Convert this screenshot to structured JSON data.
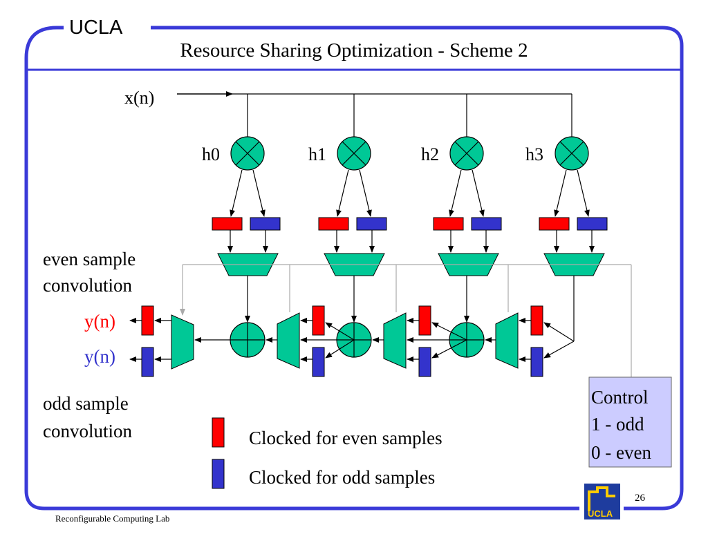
{
  "header": {
    "brand": "UCLA",
    "title": "Resource Sharing Optimization - Scheme 2"
  },
  "diagram": {
    "input_label": "x(n)",
    "multipliers": [
      "h0",
      "h1",
      "h2",
      "h3"
    ],
    "even_label_line1": "even sample",
    "even_label_line2": "convolution",
    "odd_label_line1": "odd sample",
    "odd_label_line2": "convolution",
    "output_even": "y(n)",
    "output_odd": "y(n)",
    "control_line1": "Control",
    "control_line2": "1 - odd",
    "control_line3": "0 - even"
  },
  "legend": {
    "even_text": "Clocked for even samples",
    "odd_text": "Clocked for odd samples"
  },
  "footer": {
    "lab": "Reconfigurable Computing Lab",
    "page_number": "26",
    "logo_text": "UCLA"
  },
  "colors": {
    "frame": "#3a3ad8",
    "red_register": "#ff0000",
    "blue_register": "#3333cc",
    "node_fill": "#00c896",
    "control_fill": "#ccccff",
    "output_even_color": "#ff0000",
    "output_odd_color": "#3333cc"
  }
}
